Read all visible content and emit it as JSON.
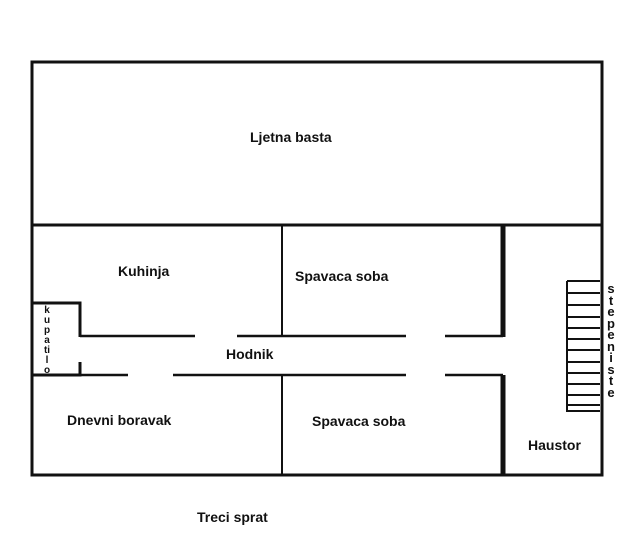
{
  "plan": {
    "title": "Treci sprat",
    "rooms": {
      "summer_garden": "Ljetna basta",
      "kitchen": "Kuhinja",
      "bedroom_top": "Spavaca soba",
      "bathroom": "kupatilo",
      "hallway": "Hodnik",
      "living_room": "Dnevni boravak",
      "bedroom_bottom": "Spavaca soba",
      "entrance": "Haustor",
      "staircase": "stepeniste"
    }
  }
}
